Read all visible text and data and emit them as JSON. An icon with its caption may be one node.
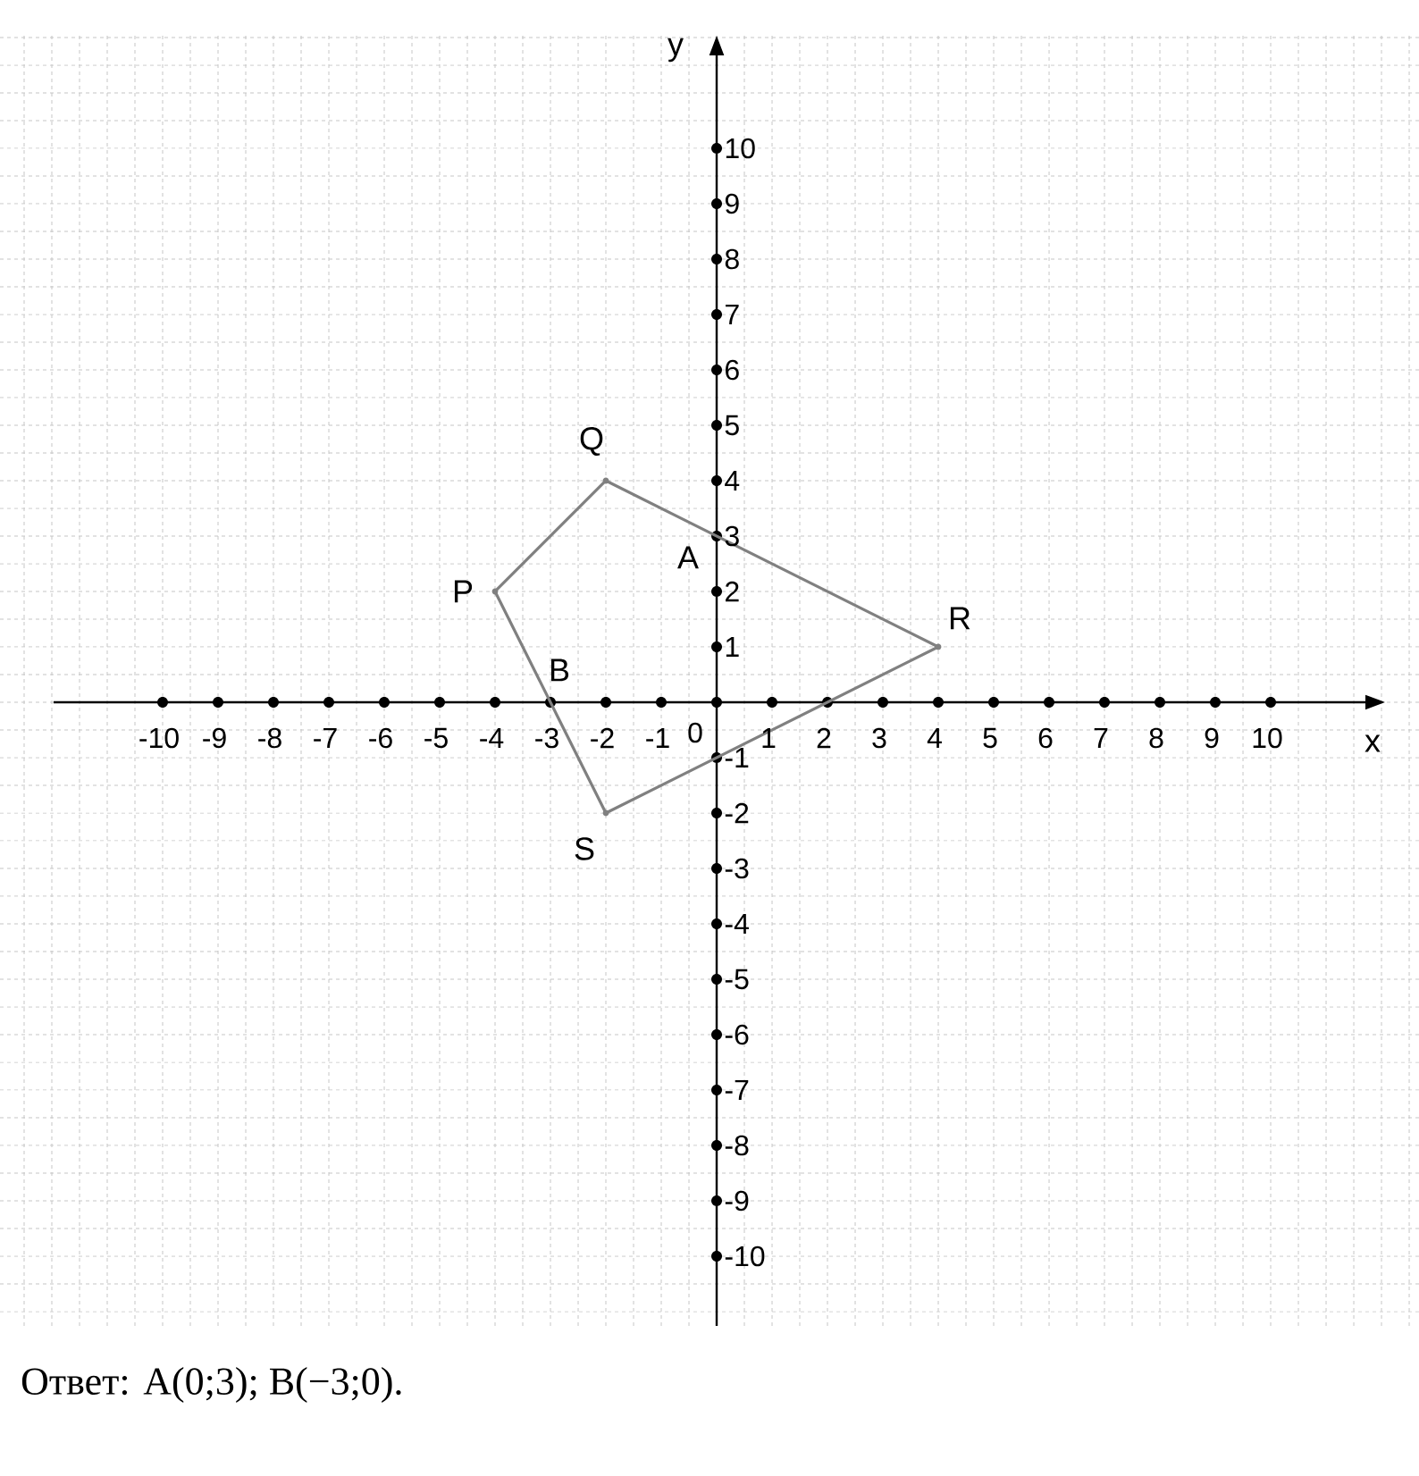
{
  "diagram": {
    "caption": "Ответ: A(0;3); B(−3;0).",
    "nodes": [
      {
        "text": [],
        "shape": "point",
        "beside": [
          "P"
        ]
      },
      {
        "text": [],
        "shape": "point",
        "beside": [
          "Q"
        ]
      },
      {
        "text": [],
        "shape": "point",
        "beside": [
          "R"
        ]
      },
      {
        "text": [],
        "shape": "point",
        "beside": [
          "S"
        ]
      }
    ],
    "edges": [
      {
        "from": 0,
        "to": 1,
        "arrow": "none"
      },
      {
        "from": 1,
        "to": 2,
        "arrow": "none"
      },
      {
        "from": 2,
        "to": 3,
        "arrow": "none"
      },
      {
        "from": 3,
        "to": 0,
        "arrow": "none"
      }
    ],
    "labels": [
      "y",
      "x",
      "A",
      "B",
      "-10",
      "-9",
      "-8",
      "-7",
      "-6",
      "-5",
      "-4",
      "-3",
      "-2",
      "-1",
      "0",
      "1",
      "2",
      "3",
      "4",
      "5",
      "6",
      "7",
      "8",
      "9",
      "10",
      "10",
      "9",
      "8",
      "7",
      "6",
      "5",
      "4",
      "3",
      "2",
      "1",
      "-1",
      "-2",
      "-3",
      "-4",
      "-5",
      "-6",
      "-7",
      "-8",
      "-9",
      "-10"
    ]
  }
}
